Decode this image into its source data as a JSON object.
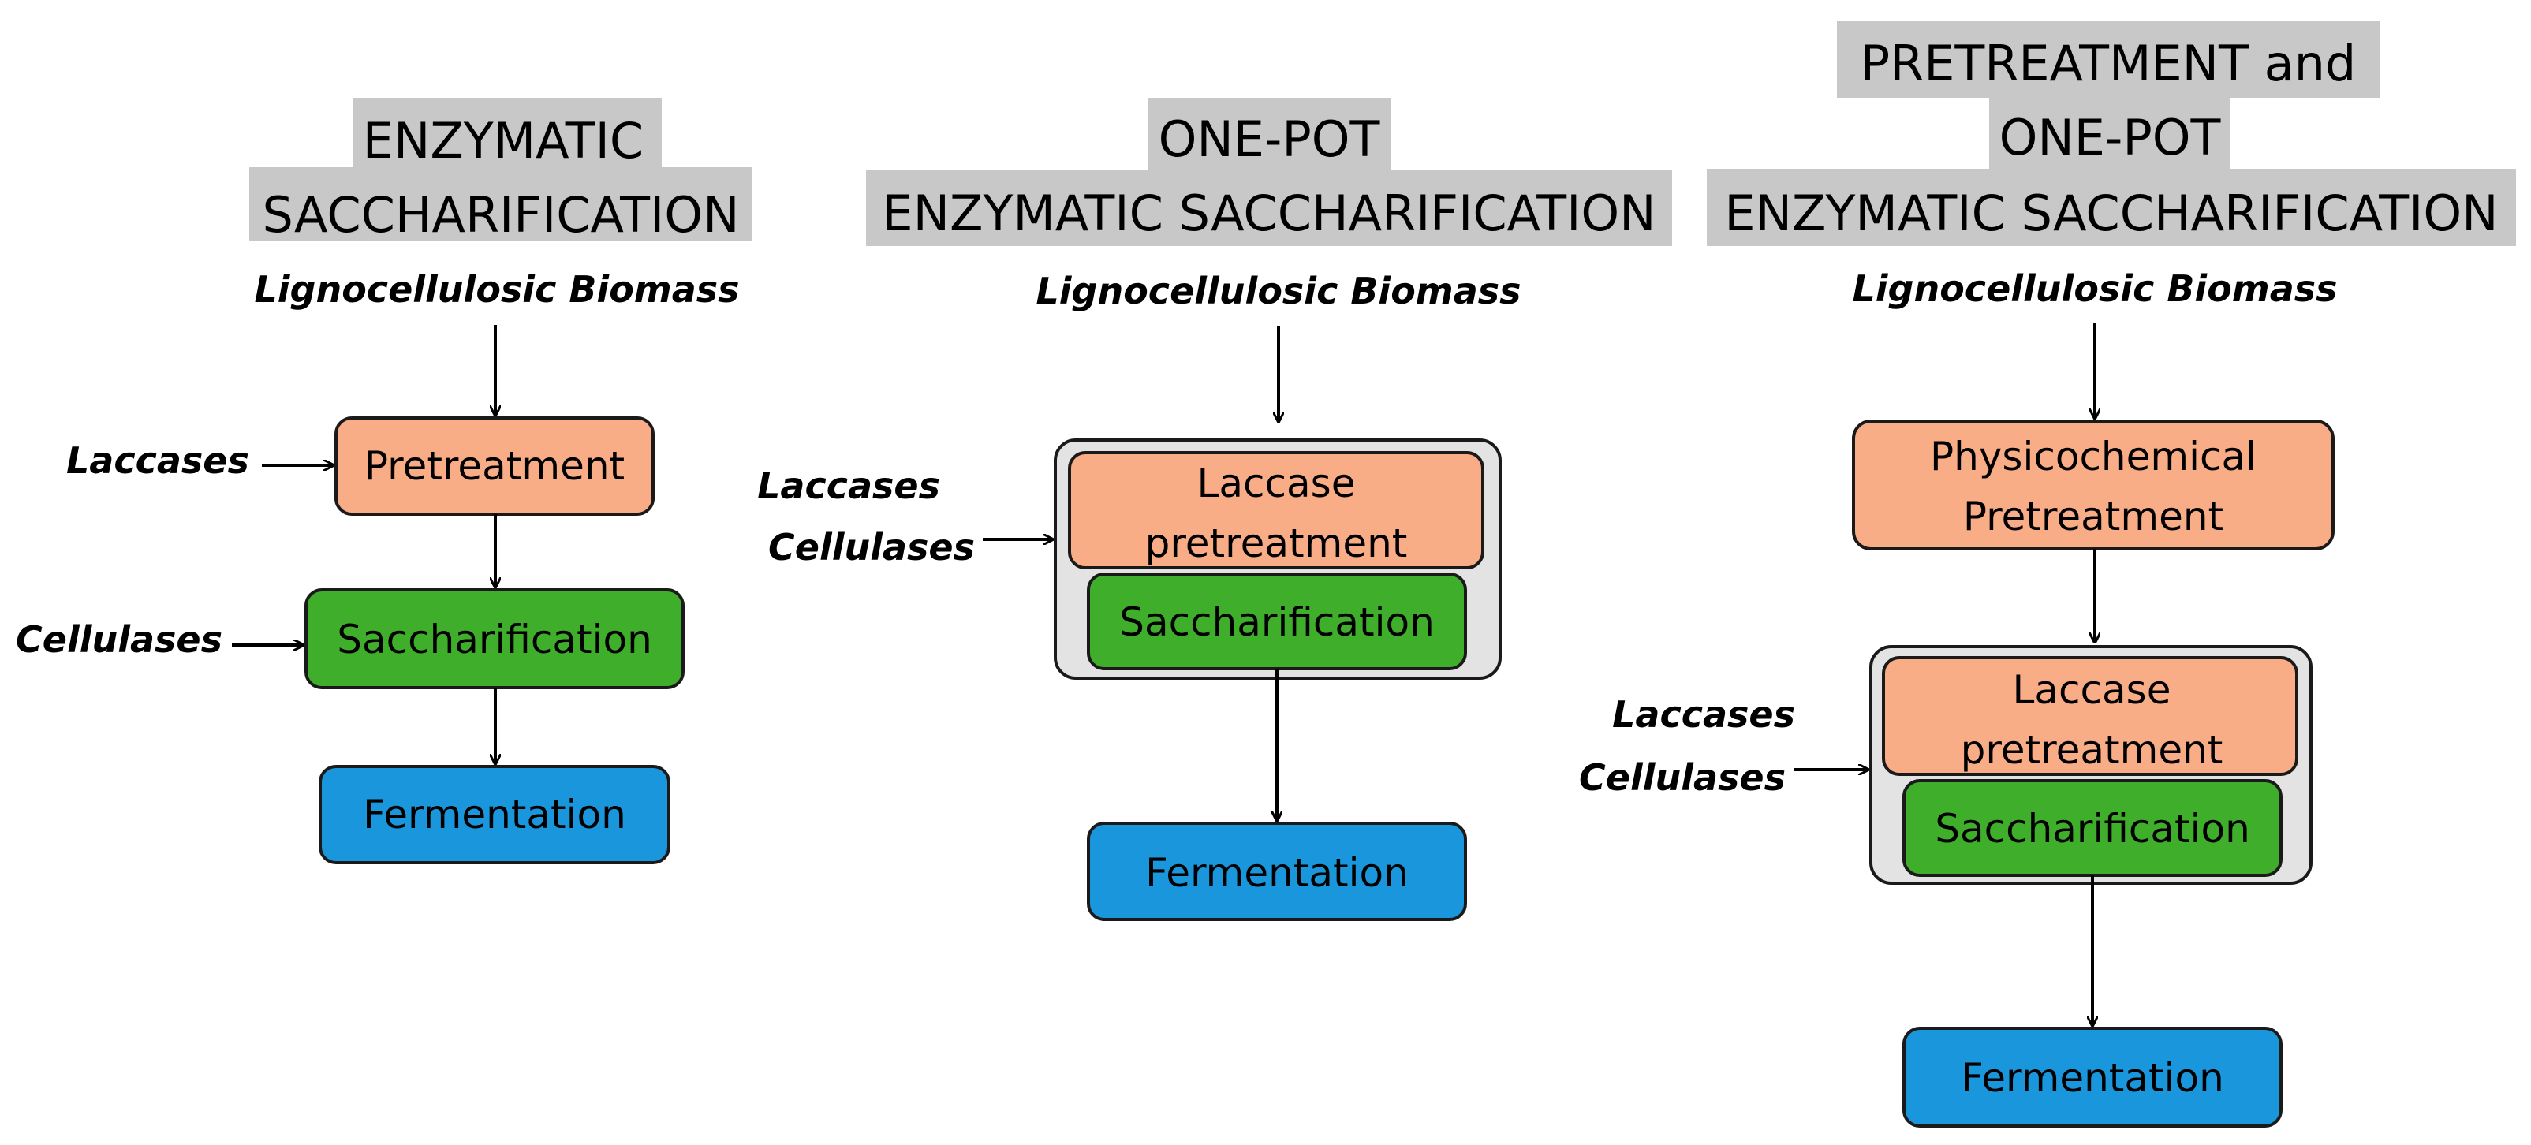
{
  "panels": [
    {
      "title_lines": [
        "ENZYMATIC",
        "SACCHARIFICATION"
      ],
      "input": "Lignocellulosic Biomass",
      "enzyme_inputs": [
        "Laccases",
        "Cellulases"
      ],
      "steps": [
        "Pretreatment",
        "Saccharification",
        "Fermentation"
      ]
    },
    {
      "title_lines": [
        "ONE-POT",
        "ENZYMATIC SACCHARIFICATION"
      ],
      "input": "Lignocellulosic Biomass",
      "enzyme_inputs": [
        "Laccases",
        "Cellulases"
      ],
      "steps": [
        "Laccase",
        "pretreatment",
        "Saccharification",
        "Fermentation"
      ]
    },
    {
      "title_lines": [
        "PRETREATMENT and",
        "ONE-POT",
        "ENZYMATIC SACCHARIFICATION"
      ],
      "input": "Lignocellulosic Biomass",
      "enzyme_inputs": [
        "Laccases",
        "Cellulases"
      ],
      "steps": [
        "Physicochemical",
        "Pretreatment",
        "Laccase",
        "pretreatment",
        "Saccharification",
        "Fermentation"
      ]
    }
  ],
  "colors": {
    "pretreatment": "#f9ad86",
    "saccharification": "#3fae2a",
    "fermentation": "#1a96dc",
    "one_pot_group": "#e3e3e3",
    "title_highlight": "#c8c8c8"
  },
  "icons": {
    "arrow": "arrow-icon"
  }
}
